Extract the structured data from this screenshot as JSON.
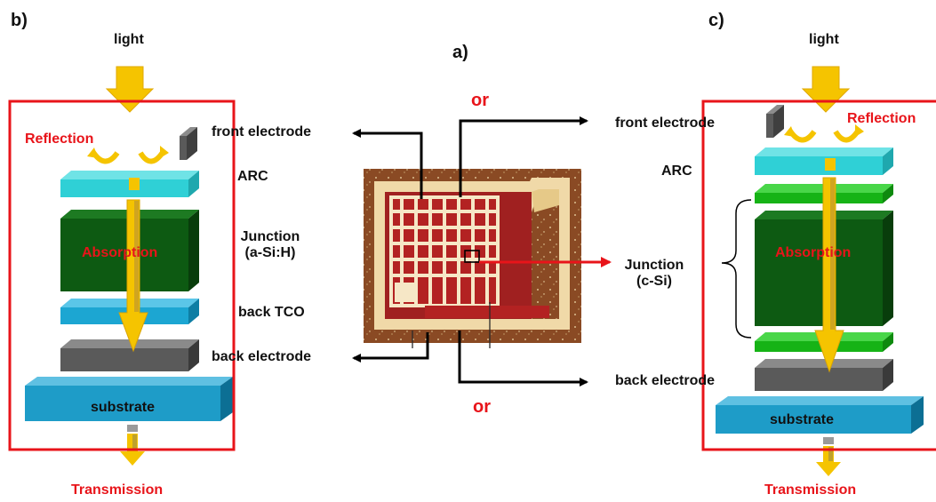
{
  "panels": {
    "a": {
      "tag": "a)"
    },
    "b": {
      "tag": "b)"
    },
    "c": {
      "tag": "c)"
    }
  },
  "middle": {
    "or_top": "or",
    "or_bottom": "or"
  },
  "left_stack": {
    "light": "light",
    "reflection": "Reflection",
    "absorption": "Absorption",
    "transmission": "Transmission",
    "substrate": "substrate",
    "front_electrode": "front electrode",
    "arc": "ARC",
    "junction_line1": "Junction",
    "junction_line2": "(a-Si:H)",
    "back_tco": "back TCO",
    "back_electrode": "back electrode"
  },
  "right_stack": {
    "light": "light",
    "reflection": "Reflection",
    "absorption": "Absorption",
    "transmission": "Transmission",
    "substrate": "substrate",
    "front_electrode": "front electrode",
    "arc": "ARC",
    "junction_line1": "Junction",
    "junction_line2": "(c-Si)",
    "back_electrode": "back electrode"
  },
  "colors": {
    "frame_red": "#e8141a",
    "arrow_yellow": "#f5c400",
    "arc_cyan": "#2fd0d6",
    "tco_blue": "#1ca6d2",
    "substrate_blue": "#1e9cc8",
    "junction_green": "#0d5a12",
    "layer_green": "#16b316",
    "electrode_gray": "#5a5a5a",
    "photo_brown": "#8a4a24"
  }
}
